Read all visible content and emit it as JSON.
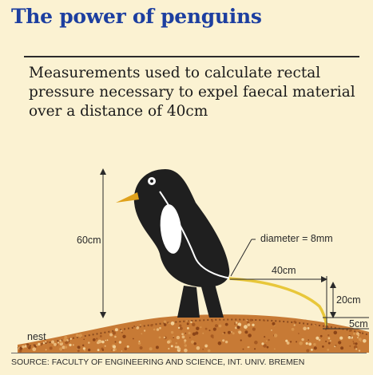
{
  "title": "The power of penguins",
  "subtitle": "Measurements used to calculate rectal pressure necessary to expel faecal material over a distance of 40cm",
  "labels": {
    "height": "60cm",
    "diameter": "diameter = 8mm",
    "distance": "40cm",
    "drop": "20cm",
    "nest_height": "5cm",
    "nest": "nest"
  },
  "source": "SOURCE: FACULTY OF ENGINEERING AND SCIENCE, INT. UNIV. BREMEN",
  "colors": {
    "title": "#1d3fa0",
    "penguin_body": "#1f1f1f",
    "beak": "#e0a21c",
    "stream": "#e8c73a",
    "gravel": "#c9762e"
  }
}
